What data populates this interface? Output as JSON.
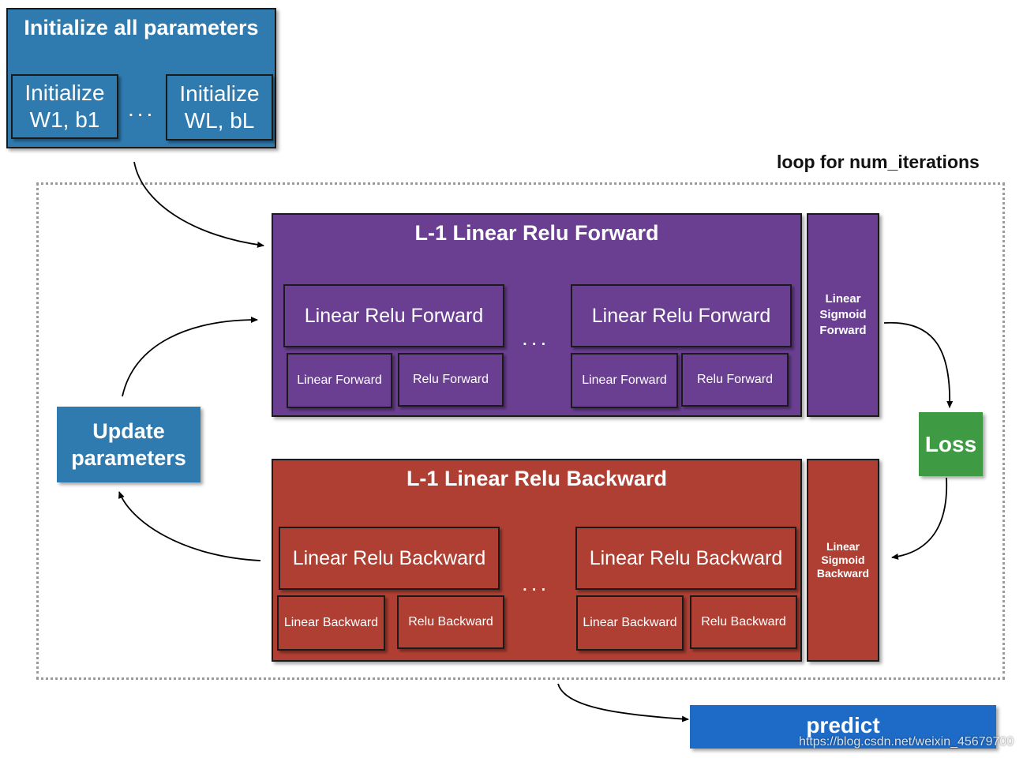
{
  "colors": {
    "init_blue": "#2f7bb0",
    "forward_purple": "#6a3f91",
    "backward_red": "#b03f33",
    "loss_green": "#3e9b43",
    "update_blue": "#2f7bb0",
    "predict_blue": "#1e6bc7"
  },
  "init": {
    "title": "Initialize all parameters",
    "first_line1": "Initialize",
    "first_line2": "W1, b1",
    "dots": "...",
    "last_line1": "Initialize",
    "last_line2": "WL, bL"
  },
  "loop_label": "loop for num_iterations",
  "forward": {
    "title": "L-1 Linear Relu Forward",
    "block_label": "Linear Relu Forward",
    "linear_label": "Linear Forward",
    "relu_label": "Relu Forward",
    "dots": "...",
    "sigmoid_line1": "Linear",
    "sigmoid_line2": "Sigmoid",
    "sigmoid_line3": "Forward"
  },
  "backward": {
    "title": "L-1 Linear Relu Backward",
    "block_label": "Linear Relu Backward",
    "linear_label": "Linear Backward",
    "relu_label": "Relu Backward",
    "dots": "...",
    "sigmoid_line1": "Linear",
    "sigmoid_line2": "Sigmoid",
    "sigmoid_line3": "Backward"
  },
  "loss": "Loss",
  "update_line1": "Update",
  "update_line2": "parameters",
  "predict": "predict",
  "watermark": "https://blog.csdn.net/weixin_45679700"
}
